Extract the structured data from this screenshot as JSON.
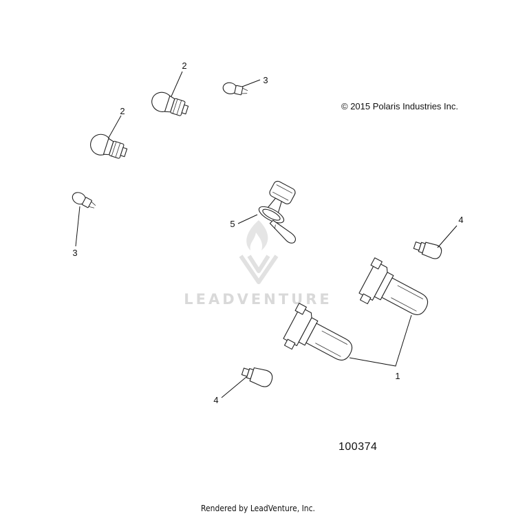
{
  "copyright": "© 2015 Polaris Industries Inc.",
  "diagram_id": "100374",
  "footer": "Rendered by LeadVenture, Inc.",
  "watermark": {
    "text": "LEADVENTURE",
    "logo_icon": "leadventure-flame-logo"
  },
  "callouts": {
    "c1": "1",
    "c2a": "2",
    "c2b": "2",
    "c3a": "3",
    "c3b": "3",
    "c4a": "4",
    "c4b": "4",
    "c5": "5"
  },
  "parts": [
    {
      "callout": "1",
      "icon": "h4-halogen-headlight-bulb-icon",
      "quantity_shown": 2
    },
    {
      "callout": "2",
      "icon": "wedge-base-bulb-large-icon",
      "quantity_shown": 2
    },
    {
      "callout": "3",
      "icon": "miniature-wedge-bulb-icon",
      "quantity_shown": 2
    },
    {
      "callout": "4",
      "icon": "t10-wedge-bulb-icon",
      "quantity_shown": 2
    },
    {
      "callout": "5",
      "icon": "9006-connector-bulb-icon",
      "quantity_shown": 1
    }
  ]
}
